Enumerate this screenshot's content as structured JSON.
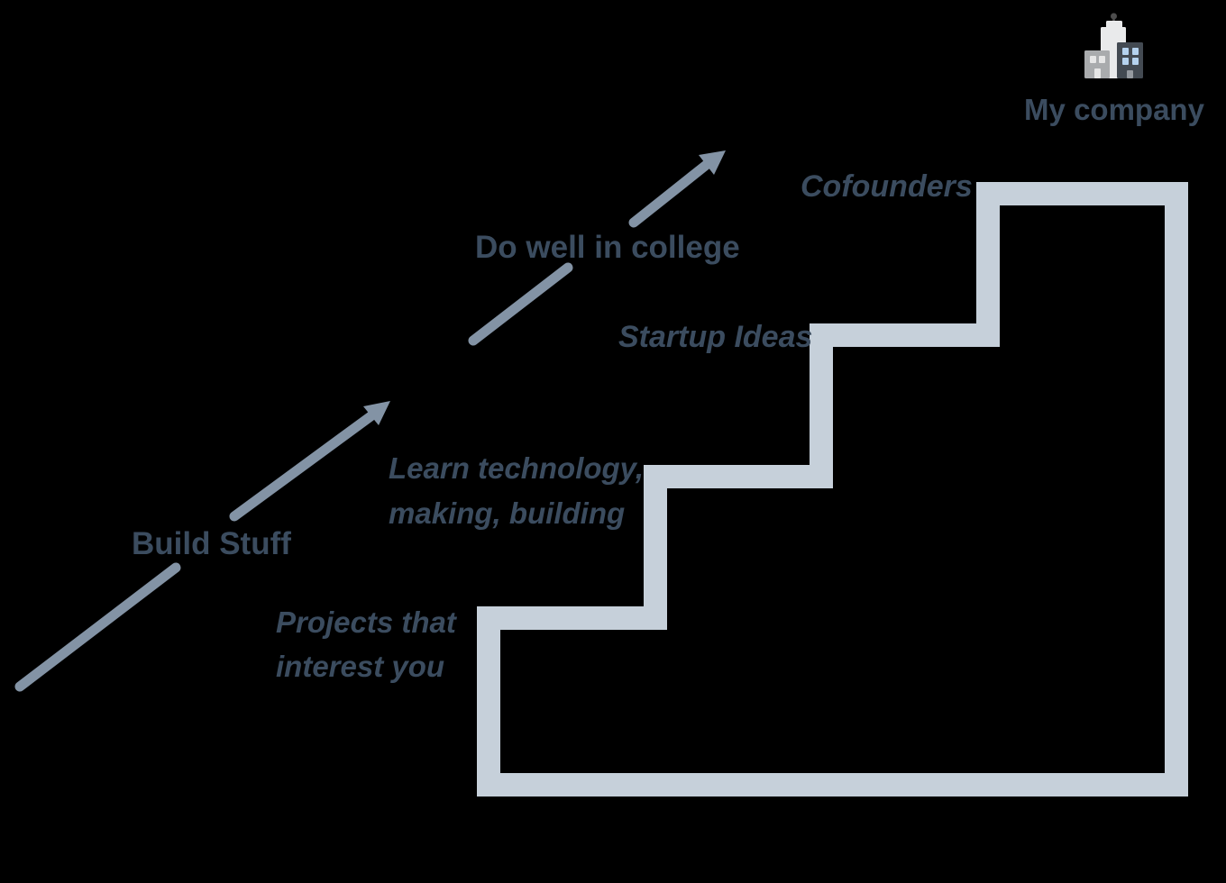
{
  "canvas": {
    "background": "#000000"
  },
  "colors": {
    "text": "#3b4c5f",
    "arrow": "#8393a5",
    "staircase": "#c6d0da",
    "building_light": "#e9eaeb",
    "building_gray": "#a9abad",
    "building_dark": "#434a52",
    "building_window_blue": "#b5d2ee"
  },
  "company": {
    "label": "My company",
    "icon": "office-buildings-icon"
  },
  "arrows": [
    {
      "label": "Build Stuff"
    },
    {
      "label": "Do well in college"
    }
  ],
  "steps": [
    {
      "lines": [
        "Projects that",
        "interest you"
      ]
    },
    {
      "lines": [
        "Learn technology,",
        "making, building"
      ]
    },
    {
      "lines": [
        "Startup Ideas"
      ]
    },
    {
      "lines": [
        "Cofounders"
      ]
    }
  ]
}
